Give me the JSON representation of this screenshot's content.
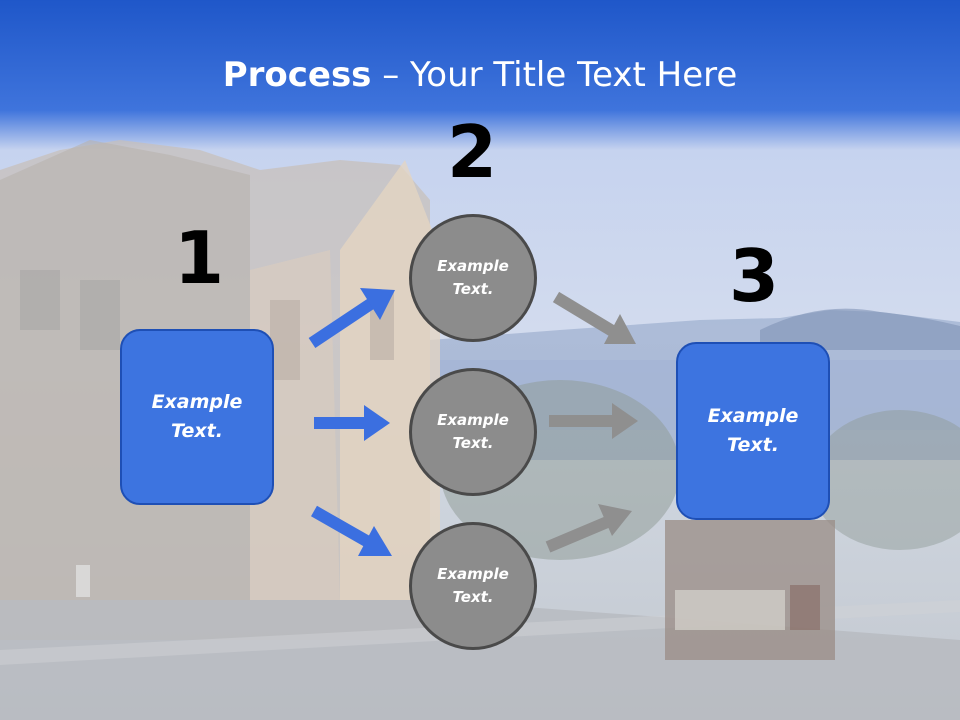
{
  "title": {
    "bold": "Process",
    "rest": " – Your Title Text Here"
  },
  "steps": {
    "one": "1",
    "two": "2",
    "three": "3"
  },
  "box_left": {
    "text": "Example Text."
  },
  "box_right": {
    "text": "Example Text."
  },
  "circles": [
    {
      "text": "Example Text."
    },
    {
      "text": "Example Text."
    },
    {
      "text": "Example Text."
    }
  ],
  "colors": {
    "header": "#1f57c9",
    "box": "#3d74e0",
    "circle": "#8c8c8c",
    "blue_arrow": "#3b6fe0",
    "gray_arrow": "#8f8f8f"
  }
}
